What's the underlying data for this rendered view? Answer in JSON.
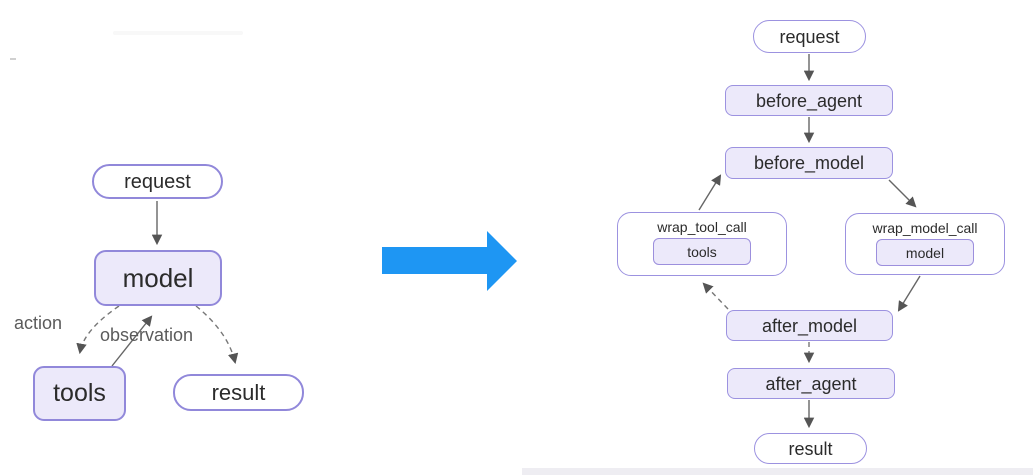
{
  "left_diagram": {
    "title_hint": "basic agent loop",
    "nodes": {
      "request": "request",
      "model": "model",
      "tools": "tools",
      "result": "result"
    },
    "edge_labels": {
      "action": "action",
      "observation": "observation"
    }
  },
  "right_diagram": {
    "title_hint": "agent loop with middleware hooks",
    "nodes": {
      "request": "request",
      "before_agent": "before_agent",
      "before_model": "before_model",
      "wrap_tool_call": "wrap_tool_call",
      "wrap_tool_call_inner": "tools",
      "wrap_model_call": "wrap_model_call",
      "wrap_model_call_inner": "model",
      "after_model": "after_model",
      "after_agent": "after_agent",
      "result": "result"
    }
  },
  "colors": {
    "transform_arrow": "#1e96f3",
    "node_border": "#9188da",
    "node_fill": "#ece9fa",
    "edge_line": "#666666",
    "background": "#ffffff"
  }
}
